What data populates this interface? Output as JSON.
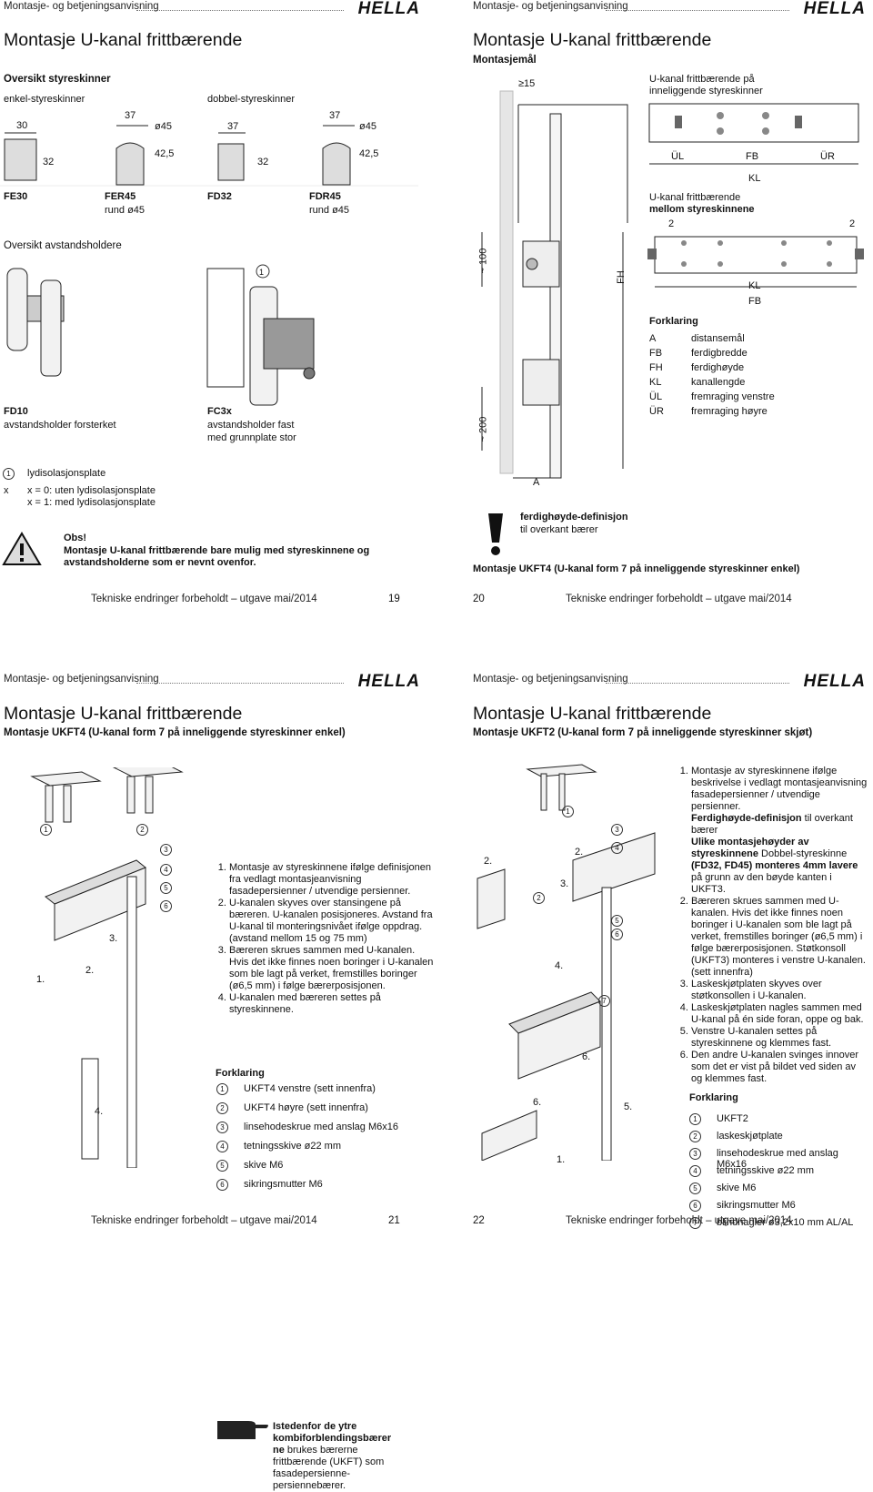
{
  "header": {
    "manual_label": "Montasje- og betjeningsanvisning",
    "logo": "HELLA"
  },
  "page_title": "Montasje U-kanal frittbærende",
  "footer_text": "Tekniske endringer forbeholdt – utgave mai/2014",
  "p19": {
    "num": "19",
    "overview_rails": "Oversikt styreskinner",
    "single": "enkel-styreskinner",
    "double": "dobbel-styreskinner",
    "dims": [
      "30",
      "37",
      "ø45",
      "37",
      "37",
      "ø45",
      "32",
      "42,5",
      "32",
      "42,5"
    ],
    "names": [
      "FE30",
      "FER45",
      "FD32",
      "FDR45"
    ],
    "subnames": [
      "rund ø45",
      "rund ø45"
    ],
    "overview_spacers": "Oversikt avstandsholdere",
    "fd10": "FD10",
    "fd10_desc": "avstandsholder forsterket",
    "fc3x": "FC3x",
    "fc3x_desc1": "avstandsholder fast",
    "fc3x_desc2": "med grunnplate stor",
    "marker1": "1",
    "l1": "lydisolasjonsplate",
    "lx": "x",
    "lx0": "x = 0: uten lydisolasjonsplate",
    "lx1": "x = 1: med lydisolasjonsplate",
    "obs": "Obs!",
    "obs_text1": "Montasje U-kanal frittbærende bare mulig med styreskinnene og",
    "obs_text2": "avstandsholderne som er nevnt ovenfor."
  },
  "p20": {
    "num": "20",
    "montasjemal": "Montasjemål",
    "ge15": "≥15",
    "d100": "~ 100",
    "d200": "~ 200",
    "fh": "FH",
    "a": "A",
    "right1": "U-kanal frittbærende på",
    "right1b": "inneliggende styreskinner",
    "right2": "U-kanal frittbærende",
    "right2b": "mellom styreskinnene",
    "two": "2",
    "labels": [
      "ÜL",
      "FB",
      "ÜR",
      "KL",
      "KL",
      "FB"
    ],
    "forklaring": "Forklaring",
    "legend": [
      [
        "A",
        "distansemål"
      ],
      [
        "FB",
        "ferdigbredde"
      ],
      [
        "FH",
        "ferdighøyde"
      ],
      [
        "KL",
        "kanallengde"
      ],
      [
        "ÜL",
        "fremraging venstre"
      ],
      [
        "ÜR",
        "fremraging høyre"
      ]
    ],
    "def_title": "ferdighøyde-definisjon",
    "def_text": "til overkant bærer",
    "caption": "Montasje UKFT4 (U-kanal form 7 på inneliggende styreskinner enkel)"
  },
  "p21": {
    "num": "21",
    "subtitle": "Montasje UKFT4 (U-kanal form 7 på inneliggende styreskinner enkel)",
    "note_b1": "Istedenfor de ytre",
    "note_b2": "kombiforblendingsbærer",
    "note_b3": "ne",
    "note_t3": " brukes bærerne",
    "note_t4": "frittbærende (UKFT) som",
    "note_t5": "fasadepersienne-",
    "note_t6": "persiennebærer.",
    "steps": [
      "Montasje av styreskinnene ifølge definisjonen fra vedlagt montasjeanvisning fasadepersienner / utvendige persienner.",
      "U-kanalen skyves over stansingene på bæreren. U-kanalen posisjoneres. Avstand fra U-kanal til monteringsnivået ifølge oppdrag. (avstand mellom 15 og 75 mm)",
      "Bæreren skrues sammen med U-kanalen. Hvis det ikke finnes noen boringer i U-kanalen som ble lagt på verket, fremstilles boringer (ø6,5 mm) i følge bærerposisjonen.",
      "U-kanalen med bæreren settes på styreskinnene."
    ],
    "forklaring": "Forklaring",
    "legend": [
      [
        "1",
        "UKFT4 venstre (sett innenfra)"
      ],
      [
        "2",
        "UKFT4 høyre (sett innenfra)"
      ],
      [
        "3",
        "linsehodeskrue med anslag M6x16"
      ],
      [
        "4",
        "tetningsskive ø22 mm"
      ],
      [
        "5",
        "skive M6"
      ],
      [
        "6",
        "sikringsmutter M6"
      ]
    ],
    "fig_nums": [
      "1",
      "2",
      "3",
      "4",
      "5",
      "6"
    ],
    "fig_steps": [
      "1.",
      "2.",
      "3.",
      "4."
    ]
  },
  "p22": {
    "num": "22",
    "subtitle": "Montasje UKFT2 (U-kanal form 7 på inneliggende styreskinner skjøt)",
    "steps": [
      "Montasje av styreskinnene ifølge beskrivelse i vedlagt montasjeanvisning fasadepersienner / utvendige persienner.",
      "Bæreren skrues sammen med U-kanalen. Hvis det ikke finnes noen boringer i U-kanalen som ble lagt på verket, fremstilles boringer (ø6,5 mm) i følge bærerposisjonen. Støtkonsoll (UKFT3) monteres i venstre U-kanalen. (sett innenfra)",
      "Laskeskjøtplaten skyves over støtkonsollen i U-kanalen.",
      "Laskeskjøtplaten nagles sammen med U-kanal på én side foran, oppe og bak.",
      "Venstre U-kanalen settes på styreskinnene og klemmes fast.",
      "Den andre U-kanalen svinges innover som det er vist på bildet ved siden av og klemmes fast."
    ],
    "step1_extra_a": "Ferdighøyde-definisjon",
    "step1_extra_b": " til overkant bærer",
    "step1_extra_c": "Ulike montasjehøyder av",
    "step1_extra_d": "styreskinnene",
    "step1_extra_e": " Dobbel-styreskinne",
    "step1_extra_f": "(FD32, FD45) monteres 4mm lavere",
    "step1_extra_g": "på grunn av den bøyde kanten i UKFT3.",
    "forklaring": "Forklaring",
    "legend": [
      [
        "1",
        "UKFT2"
      ],
      [
        "2",
        "laskeskjøtplate"
      ],
      [
        "3",
        "linsehodeskrue med anslag M6x16"
      ],
      [
        "4",
        "tetningsskive ø22 mm"
      ],
      [
        "5",
        "skive M6"
      ],
      [
        "6",
        "sikringsmutter M6"
      ],
      [
        "7",
        "blindnagler ø3,2x10 mm AL/AL"
      ]
    ],
    "fig_nums": [
      "1",
      "2",
      "3",
      "4",
      "5",
      "6",
      "7"
    ],
    "fig_steps": [
      "2.",
      "2.",
      "3.",
      "4.",
      "6.",
      "6.",
      "5.",
      "1."
    ]
  }
}
